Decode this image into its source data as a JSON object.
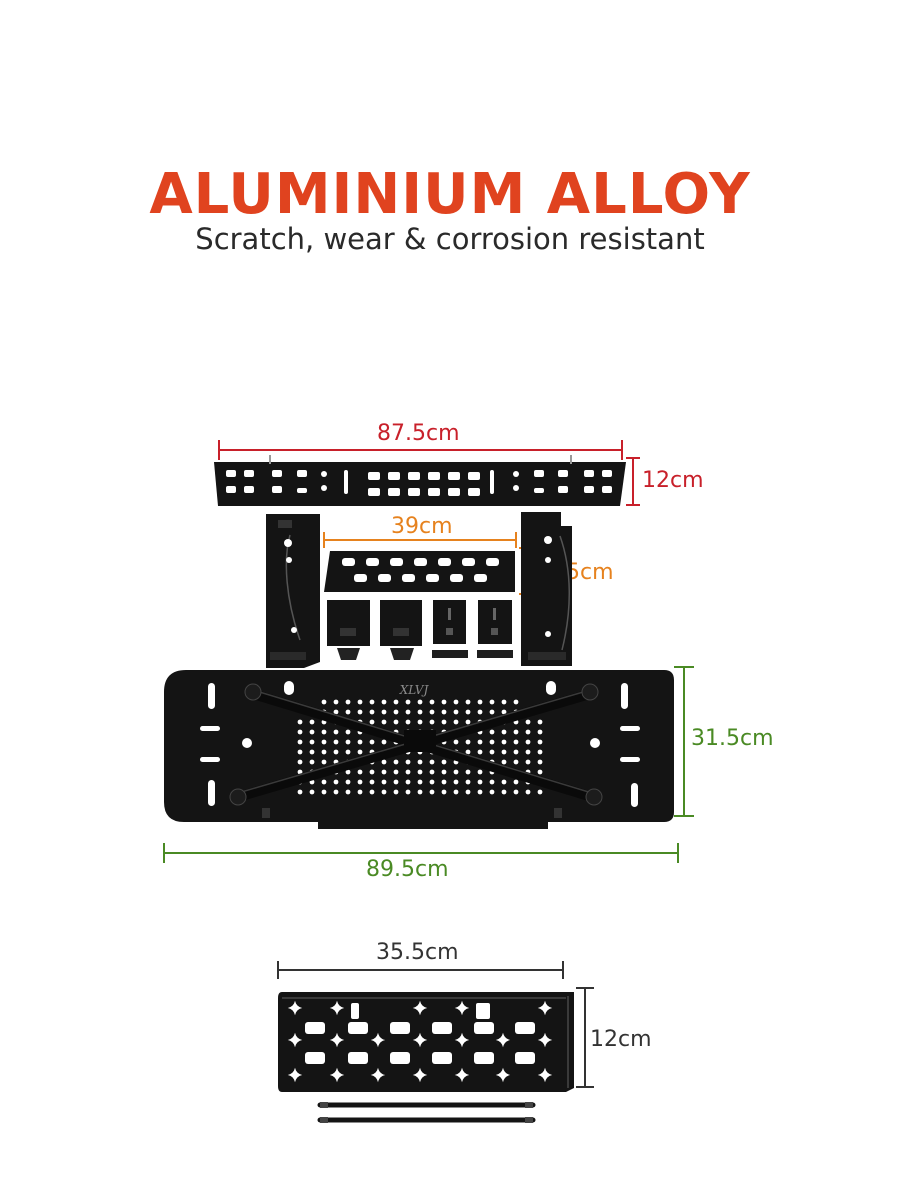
{
  "header": {
    "title": "ALUMINIUM ALLOY",
    "subtitle": "Scratch, wear & corrosion resistant"
  },
  "colors": {
    "title": "#e0431f",
    "top_bar_dim": "#c8202a",
    "inner_plate_dim": "#e6821e",
    "main_plate_dim": "#4a8a24",
    "small_plate_dim": "#333333",
    "metal": "#141414"
  },
  "dimensions": {
    "top_bar_width": "87.5cm",
    "top_bar_height": "12cm",
    "inner_plate_width": "39cm",
    "inner_plate_height": "11.5cm",
    "main_plate_height": "31.5cm",
    "main_plate_width": "89.5cm",
    "small_plate_width": "35.5cm",
    "small_plate_height": "12cm"
  },
  "engravings": {
    "brand_mark": "XLVJ"
  }
}
